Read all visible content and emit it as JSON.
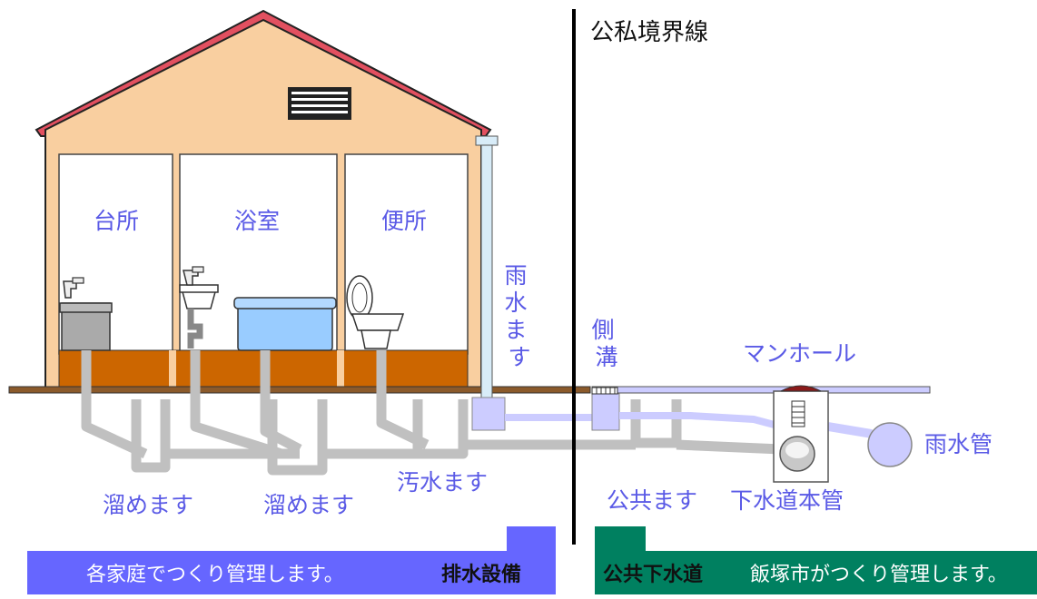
{
  "labels": {
    "boundary": "公私境界線",
    "kitchen": "台所",
    "bathroom": "浴室",
    "toilet": "便所",
    "rain_basin_vertical": [
      "雨",
      "水",
      "ま",
      "す"
    ],
    "side_ditch_vertical": [
      "側",
      "溝"
    ],
    "manhole": "マンホール",
    "rain_pipe": "雨水管",
    "catch_basin_1": "溜めます",
    "catch_basin_2": "溜めます",
    "sewage_basin": "汚水ます",
    "public_basin": "公共ます",
    "sewer_main": "下水道本管"
  },
  "bands": {
    "private_text": "各家庭でつくり管理します。",
    "private_title": "排水設備",
    "public_title": "公共下水道",
    "public_text": "飯塚市がつくり管理します。"
  },
  "colors": {
    "roof": "#e25060",
    "wall": "#f9cfa0",
    "floor": "#cc6600",
    "ground": "#8b5a2b",
    "pipe_gray": "#c0c0c0",
    "rain_pipe": "#ccccff",
    "label_blue": "#5a5ae6",
    "private_band": "#6666ff",
    "public_band": "#008060"
  }
}
